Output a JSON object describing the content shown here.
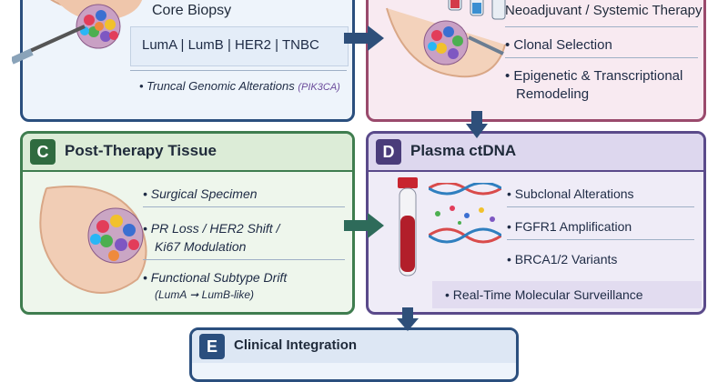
{
  "panelA": {
    "title": "Core Biopsy",
    "subtypes": "LumA  |  LumB  |  HER2  |  TNBC",
    "bullet_text": "Truncal Genomic Alterations",
    "bullet_tag": "(PIK3CA)"
  },
  "panelB": {
    "title": "Neoadjuvant / Systemic Therapy",
    "bullets": [
      "Clonal Selection",
      "Epigenetic & Transcriptional",
      "Remodeling"
    ]
  },
  "panelC": {
    "badge": "C",
    "title": "Post-Therapy Tissue",
    "bullets": [
      "Surgical Specimen",
      "PR Loss / HER2 Shift /",
      "Ki67 Modulation",
      "Functional Subtype Drift",
      "(LumA",
      "LumB-like)"
    ]
  },
  "panelD": {
    "badge": "D",
    "title": "Plasma ctDNA",
    "bullets": [
      "Subclonal Alterations",
      "FGFR1 Amplification",
      "BRCA1/2 Variants"
    ],
    "footer": "Real-Time Molecular Surveillance"
  },
  "panelE": {
    "badge": "E",
    "title": "Clinical Integration"
  },
  "colors": {
    "blue_border": "#2b4f7e",
    "pink_border": "#9a4a6c",
    "green_border": "#3f7d4f",
    "purple_border": "#5a4a8a",
    "arrow": "#2e4f7a"
  }
}
